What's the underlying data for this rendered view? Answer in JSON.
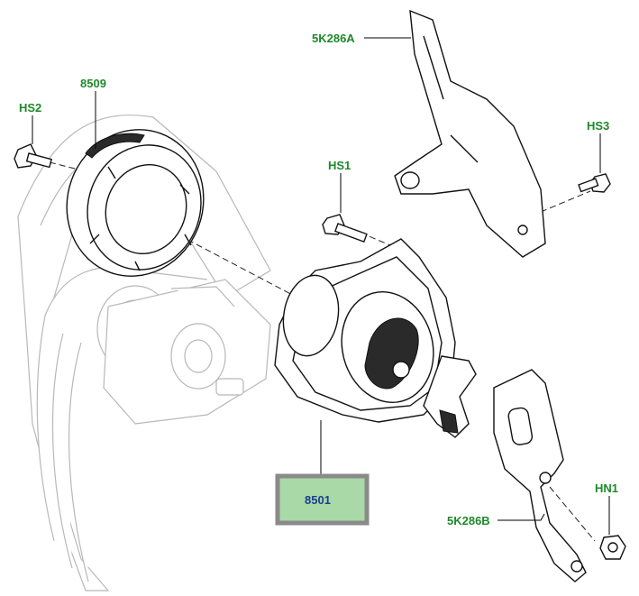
{
  "diagram": {
    "callouts": {
      "hs2": "HS2",
      "p8509": "8509",
      "p5k286a": "5K286A",
      "hs3": "HS3",
      "hs1": "HS1",
      "p8501": "8501",
      "hn1": "HN1",
      "p5k286b": "5K286B"
    },
    "selected_part": "8501",
    "colors": {
      "callout_text": "#1e8a2a",
      "selected_text": "#1a3f8f",
      "selected_fill": "#a9d9a6",
      "selected_border": "#8a8a8a",
      "ghost_line": "#b8b8b8"
    }
  }
}
